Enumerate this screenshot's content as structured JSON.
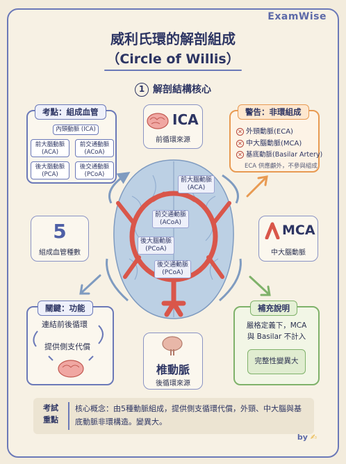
{
  "brand": "ExamWise",
  "title": {
    "zh": "威利氏環的解剖組成",
    "en": "（Circle of Willis）"
  },
  "section": {
    "num": "1",
    "label": "解剖結構核心"
  },
  "composition_card": {
    "tag": "考點：組成血管",
    "top": "內頸動脈 (ICA)",
    "items": [
      "前大腦動脈 (ACA)",
      "前交通動脈 (ACoA)",
      "後大腦動脈 (PCA)",
      "後交通動脈 (PCoA)"
    ]
  },
  "ica_card": {
    "title": "ICA",
    "sub": "前循環來源"
  },
  "warning_card": {
    "tag": "警告：非環組成",
    "items": [
      "外頸動脈(ECA)",
      "中大腦動脈(MCA)",
      "基底動脈(Basilar Artery)"
    ],
    "note": "ECA 供應顱外，不參與組成"
  },
  "count_card": {
    "number": "5",
    "label": "組成血管種數"
  },
  "mca_card": {
    "title": "MCA",
    "sub": "中大腦動脈"
  },
  "brain_labels": {
    "aca": "前大腦動脈\n(ACA)",
    "acoa": "前交通動脈\n(ACoA)",
    "pca": "後大腦動脈\n(PCoA)",
    "pcoa": "後交通動脈\n(PCoA)"
  },
  "function_card": {
    "tag": "關鍵：功能",
    "line1": "連結前後循環",
    "line2": "提供側支代償"
  },
  "vertebral_card": {
    "title": "椎動脈",
    "sub": "後循環來源"
  },
  "supplement_card": {
    "tag": "補充說明",
    "line1": "嚴格定義下，MCA",
    "line2": "與 Basilar 不計入",
    "box": "完整性變異大"
  },
  "bottom": {
    "label": "考試\n重點",
    "text": "核心概念：由5種動脈組成，提供側支循環代償，外頸、中大腦與基底動脈非環構造。變異大。"
  },
  "by": "by",
  "colors": {
    "accent": "#6b79b8",
    "warning": "#e89a52",
    "success": "#7fb26a",
    "artery": "#d9564a"
  }
}
